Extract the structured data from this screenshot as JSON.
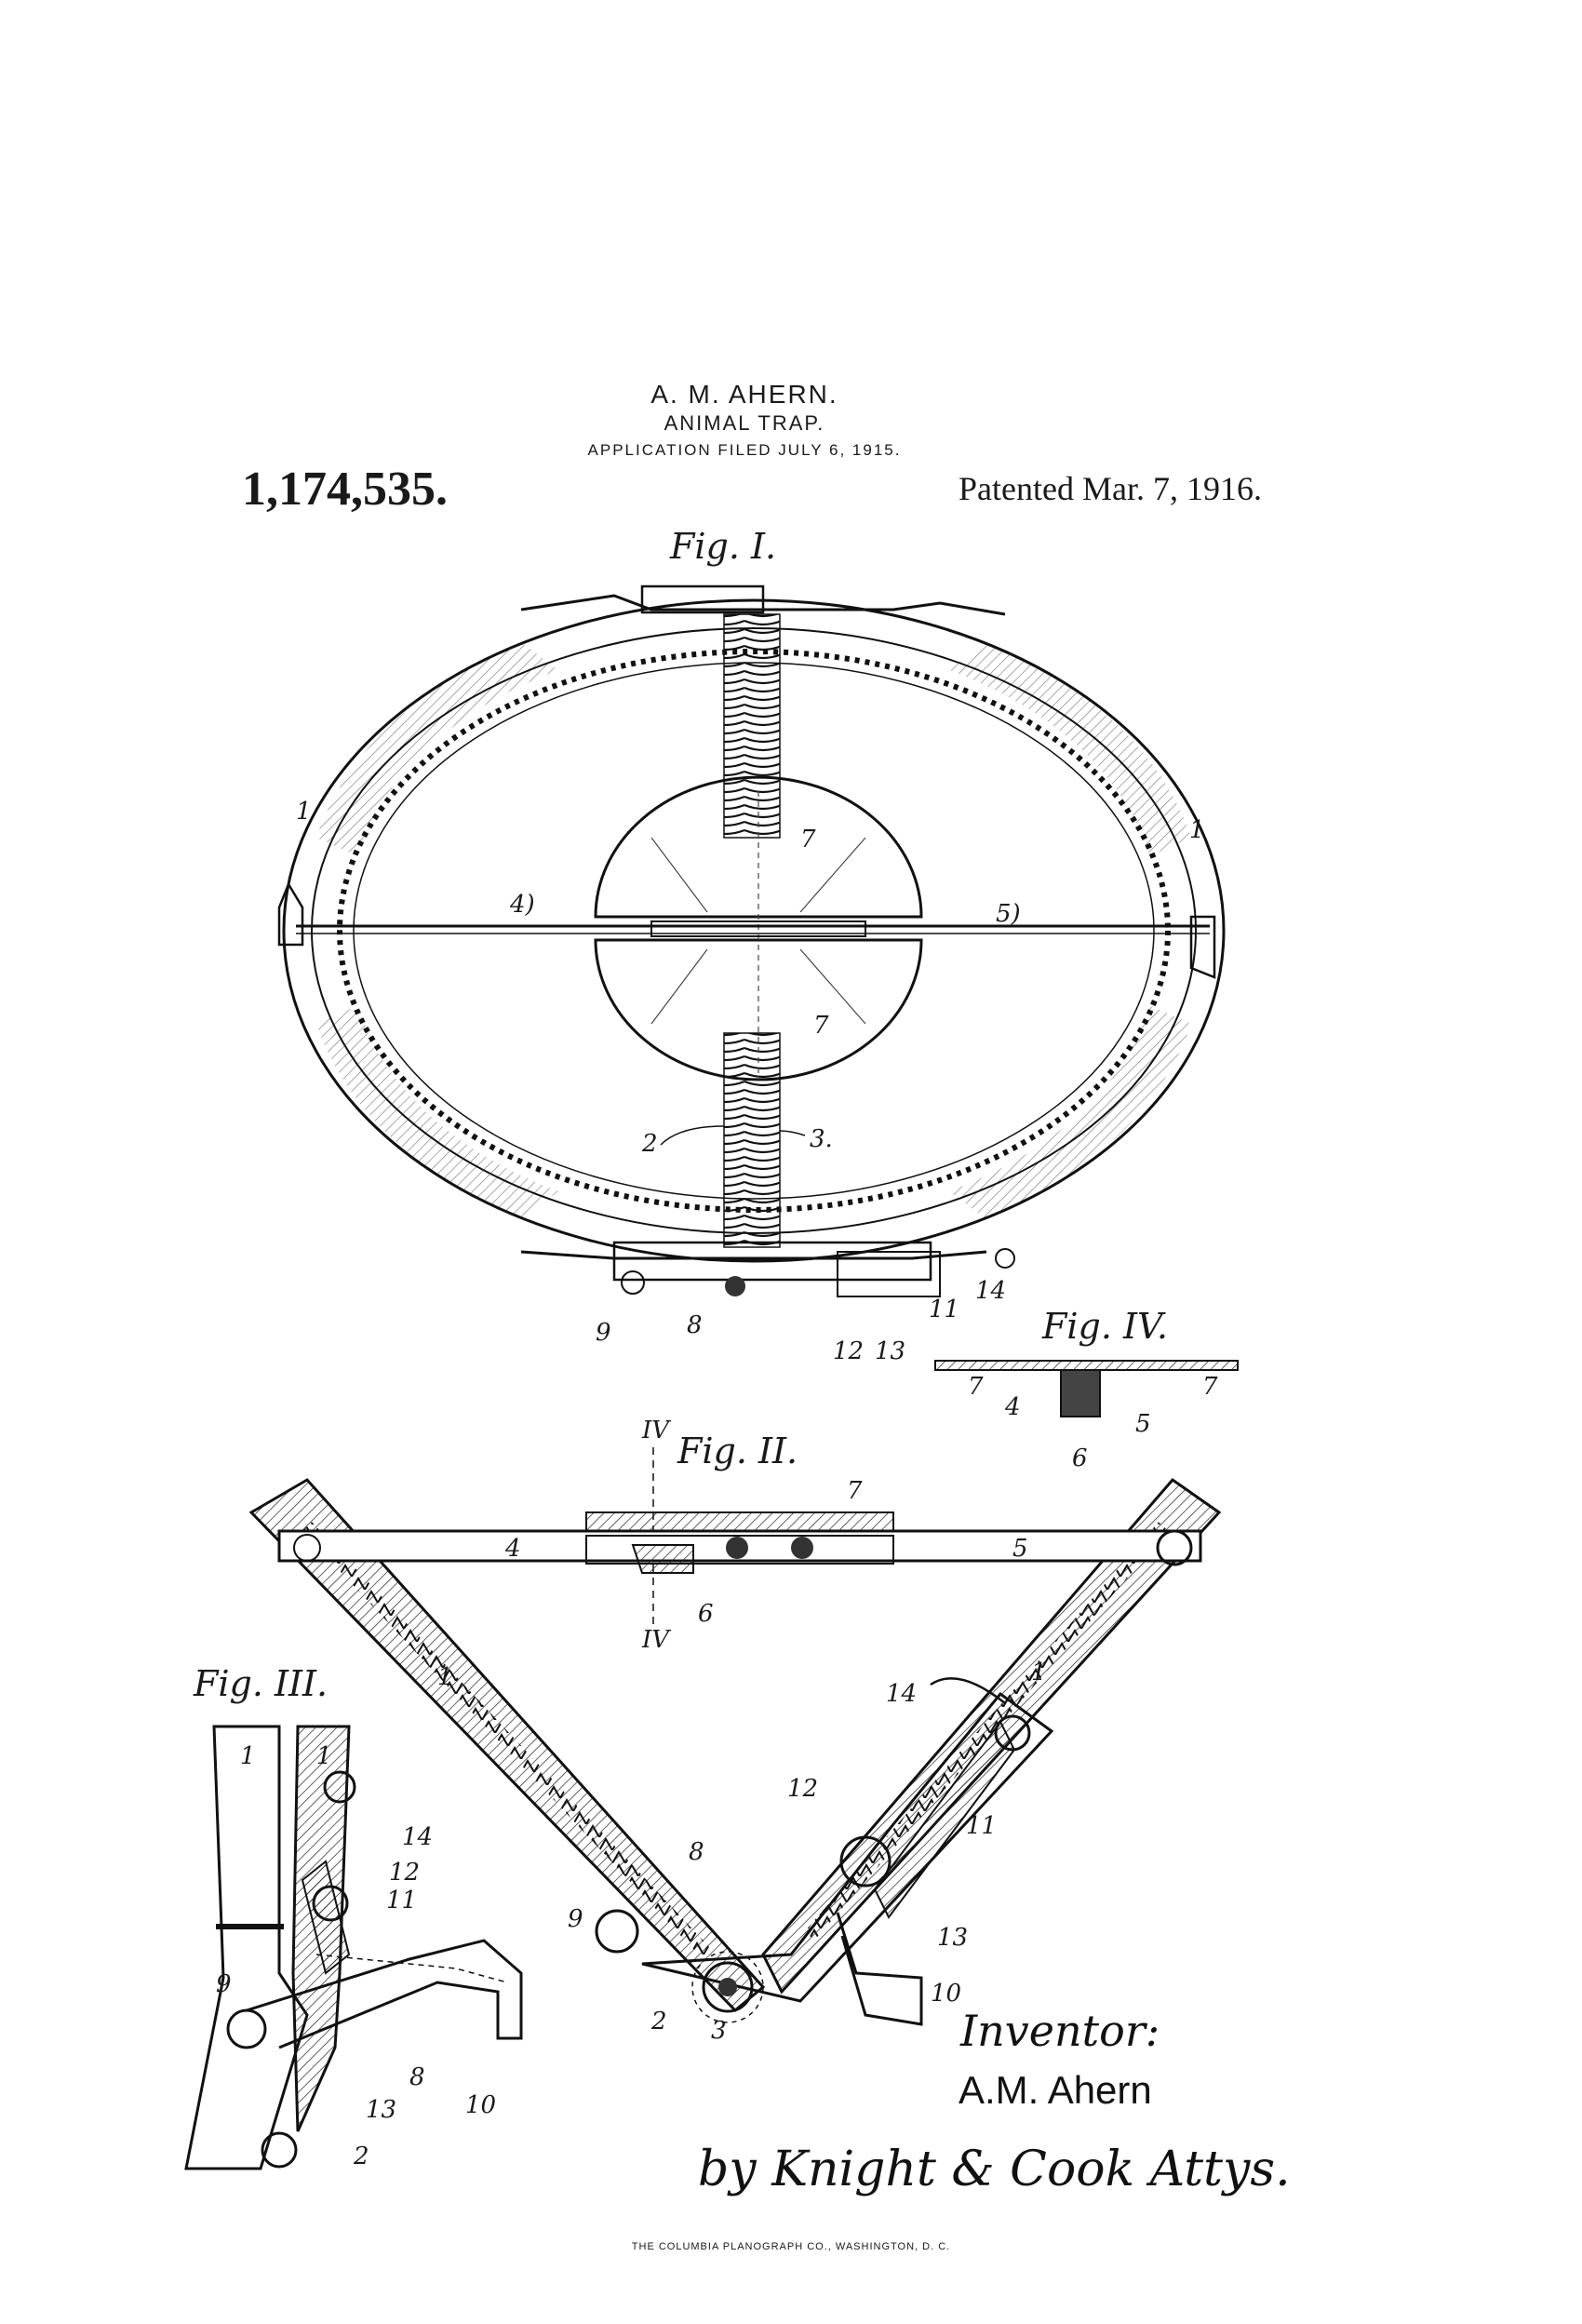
{
  "header": {
    "inventor": "A. M. AHERN.",
    "title": "ANIMAL TRAP.",
    "filed": "APPLICATION FILED JULY 6, 1915.",
    "patent_number": "1,174,535.",
    "patented": "Patented Mar. 7, 1916."
  },
  "figures": {
    "fig1": "Fig. I.",
    "fig2": "Fig. II.",
    "fig3": "Fig. III.",
    "fig4": "Fig. IV.",
    "section": "IV"
  },
  "reference_numerals": [
    "1",
    "2",
    "3",
    "4",
    "5",
    "6",
    "7",
    "8",
    "9",
    "10",
    "11",
    "12",
    "13",
    "14"
  ],
  "signature": {
    "heading": "Inventor:",
    "name": "A.M. Ahern",
    "attorneys": "by Knight & Cook Attys."
  },
  "footer": {
    "credit": "THE COLUMBIA PLANOGRAPH CO., WASHINGTON, D. C."
  }
}
